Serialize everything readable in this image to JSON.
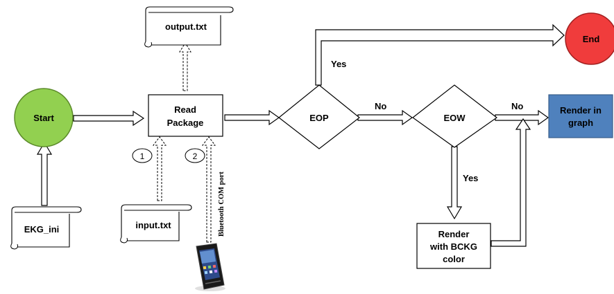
{
  "nodes": {
    "start": "Start",
    "end": "End",
    "read_line1": "Read",
    "read_line2": "Package",
    "eop": "EOP",
    "eow": "EOW",
    "render_graph_line1": "Render in",
    "render_graph_line2": "graph",
    "render_bckg_line1": "Render",
    "render_bckg_line2": "with BCKG",
    "render_bckg_line3": "color",
    "output_file": "output.txt",
    "input_file": "input.txt",
    "ekg_file": "EKG_ini"
  },
  "edges": {
    "eop_yes": "Yes",
    "eop_no": "No",
    "eow_yes": "Yes",
    "eow_no": "No",
    "bluetooth": "Bluetooth COM port",
    "step1": "1",
    "step2": "2"
  },
  "colors": {
    "start_fill": "#92d050",
    "end_fill": "#f03c3c",
    "render_graph_fill": "#4f81bd"
  }
}
